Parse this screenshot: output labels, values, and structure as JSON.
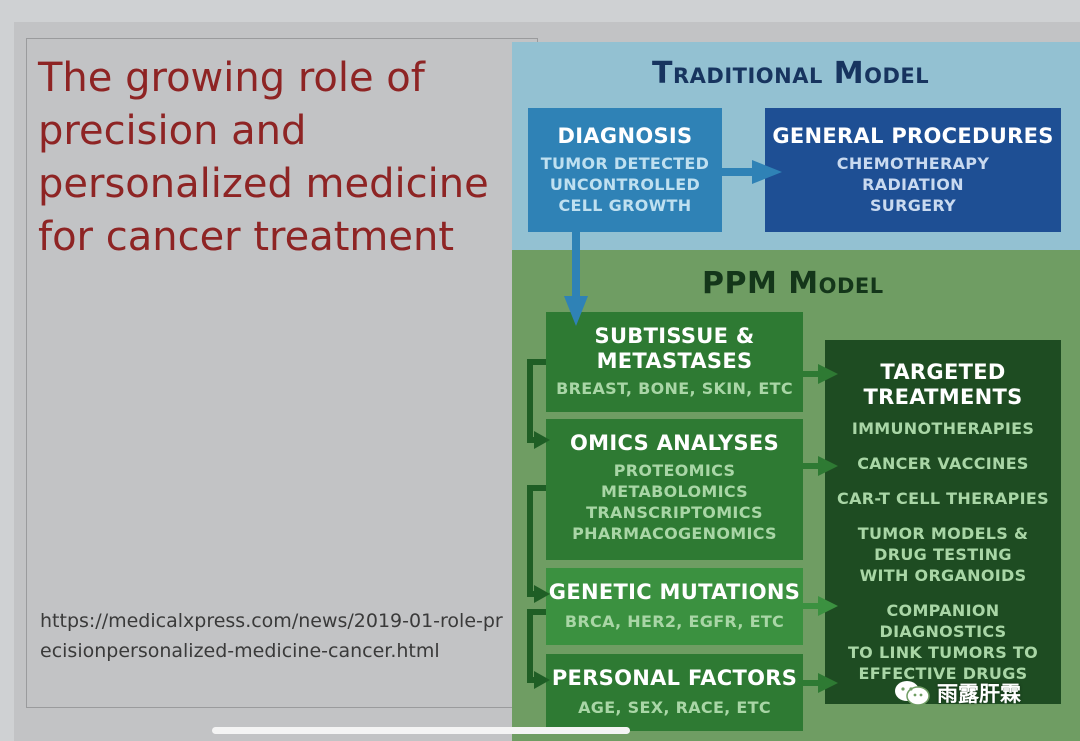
{
  "slide": {
    "title": "The growing role of precision and personalized medicine for cancer treatment",
    "source_url": "https://medicalxpress.com/news/2019-01-role-precisionpersonalized-medicine-cancer.html"
  },
  "traditional_model": {
    "title": "Traditional Model",
    "diagnosis": {
      "heading": "DIAGNOSIS",
      "lines": [
        "TUMOR DETECTED",
        "UNCONTROLLED",
        "CELL GROWTH"
      ]
    },
    "general_procedures": {
      "heading": "GENERAL PROCEDURES",
      "lines": [
        "CHEMOTHERAPY",
        "RADIATION",
        "SURGERY"
      ]
    }
  },
  "ppm_model": {
    "title": "PPM Model",
    "subtissue": {
      "heading_lines": [
        "SUBTISSUE &",
        "METASTASES"
      ],
      "detail": "BREAST, BONE, SKIN, ETC"
    },
    "omics": {
      "heading": "OMICS ANALYSES",
      "lines": [
        "PROTEOMICS",
        "METABOLOMICS",
        "TRANSCRIPTOMICS",
        "PHARMACOGENOMICS"
      ]
    },
    "genetic": {
      "heading": "GENETIC MUTATIONS",
      "detail": "BRCA, HER2, EGFR, ETC"
    },
    "personal": {
      "heading": "PERSONAL FACTORS",
      "detail": "AGE, SEX, RACE, ETC"
    },
    "targeted": {
      "heading_lines": [
        "TARGETED",
        "TREATMENTS"
      ],
      "items": [
        [
          "IMMUNOTHERAPIES"
        ],
        [
          "CANCER VACCINES"
        ],
        [
          "CAR-T CELL THERAPIES"
        ],
        [
          "TUMOR MODELS &",
          "DRUG TESTING",
          "WITH ORGANOIDS"
        ],
        [
          "COMPANION",
          "DIAGNOSTICS",
          "TO LINK TUMORS TO",
          "EFFECTIVE DRUGS"
        ]
      ]
    }
  },
  "watermark": {
    "text": "雨露肝霖",
    "icon": "wechat-icon"
  },
  "colors": {
    "title_red": "#8e2424",
    "traditional_bg": "#93c1d2",
    "ppm_bg": "#6f9d63",
    "diagnosis_blue": "#2f82b6",
    "procedures_navy": "#1e4f94",
    "green_box": "#2e7a33",
    "dark_green_box": "#1e4c22"
  }
}
